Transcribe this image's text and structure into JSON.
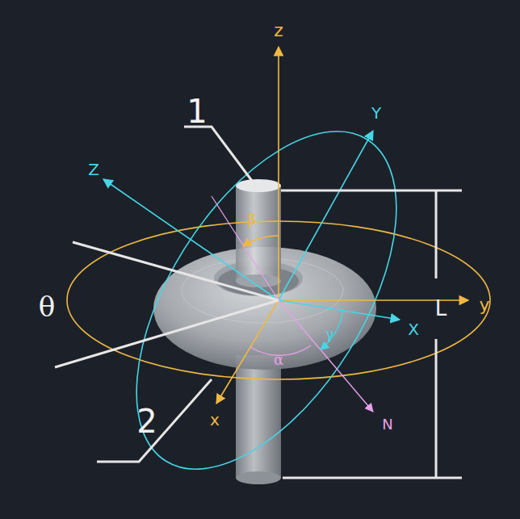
{
  "diagram": {
    "labels": [
      "z",
      "1",
      "Y",
      "Z",
      "β",
      "θ",
      "y",
      "X",
      "L",
      "γ",
      "α",
      "2",
      "x",
      "N"
    ]
  }
}
